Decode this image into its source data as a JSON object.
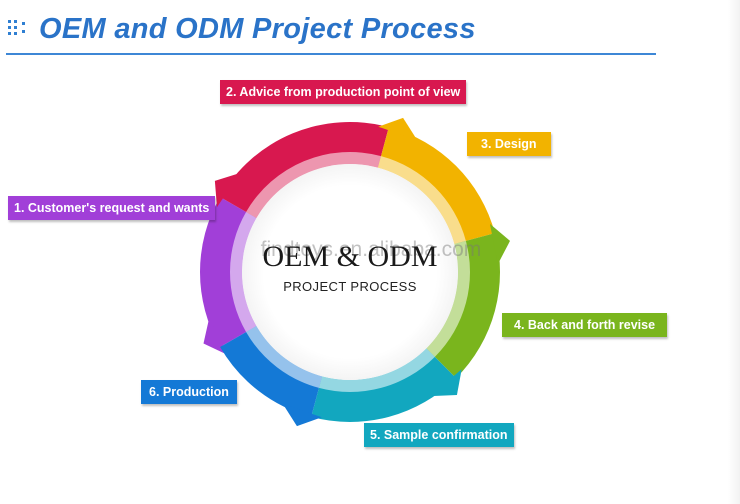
{
  "header": {
    "title": "OEM and ODM Project Process",
    "icon": "grid-dots-icon",
    "accent_color": "#2a73c8"
  },
  "diagram": {
    "center_title": "OEM & ODM",
    "center_subtitle": "PROJECT PROCESS",
    "watermark": "findtoys.en.alibaba.com",
    "steps": [
      {
        "label": "1. Customer's request and wants",
        "color": "#a13fd8"
      },
      {
        "label": "2. Advice from production point of view",
        "color": "#d8184f"
      },
      {
        "label": "3. Design",
        "color": "#f2b300"
      },
      {
        "label": "4. Back and forth revise",
        "color": "#7ab51d"
      },
      {
        "label": "5. Sample confirmation",
        "color": "#12a7bf"
      },
      {
        "label": "6. Production",
        "color": "#1479d6"
      }
    ]
  }
}
